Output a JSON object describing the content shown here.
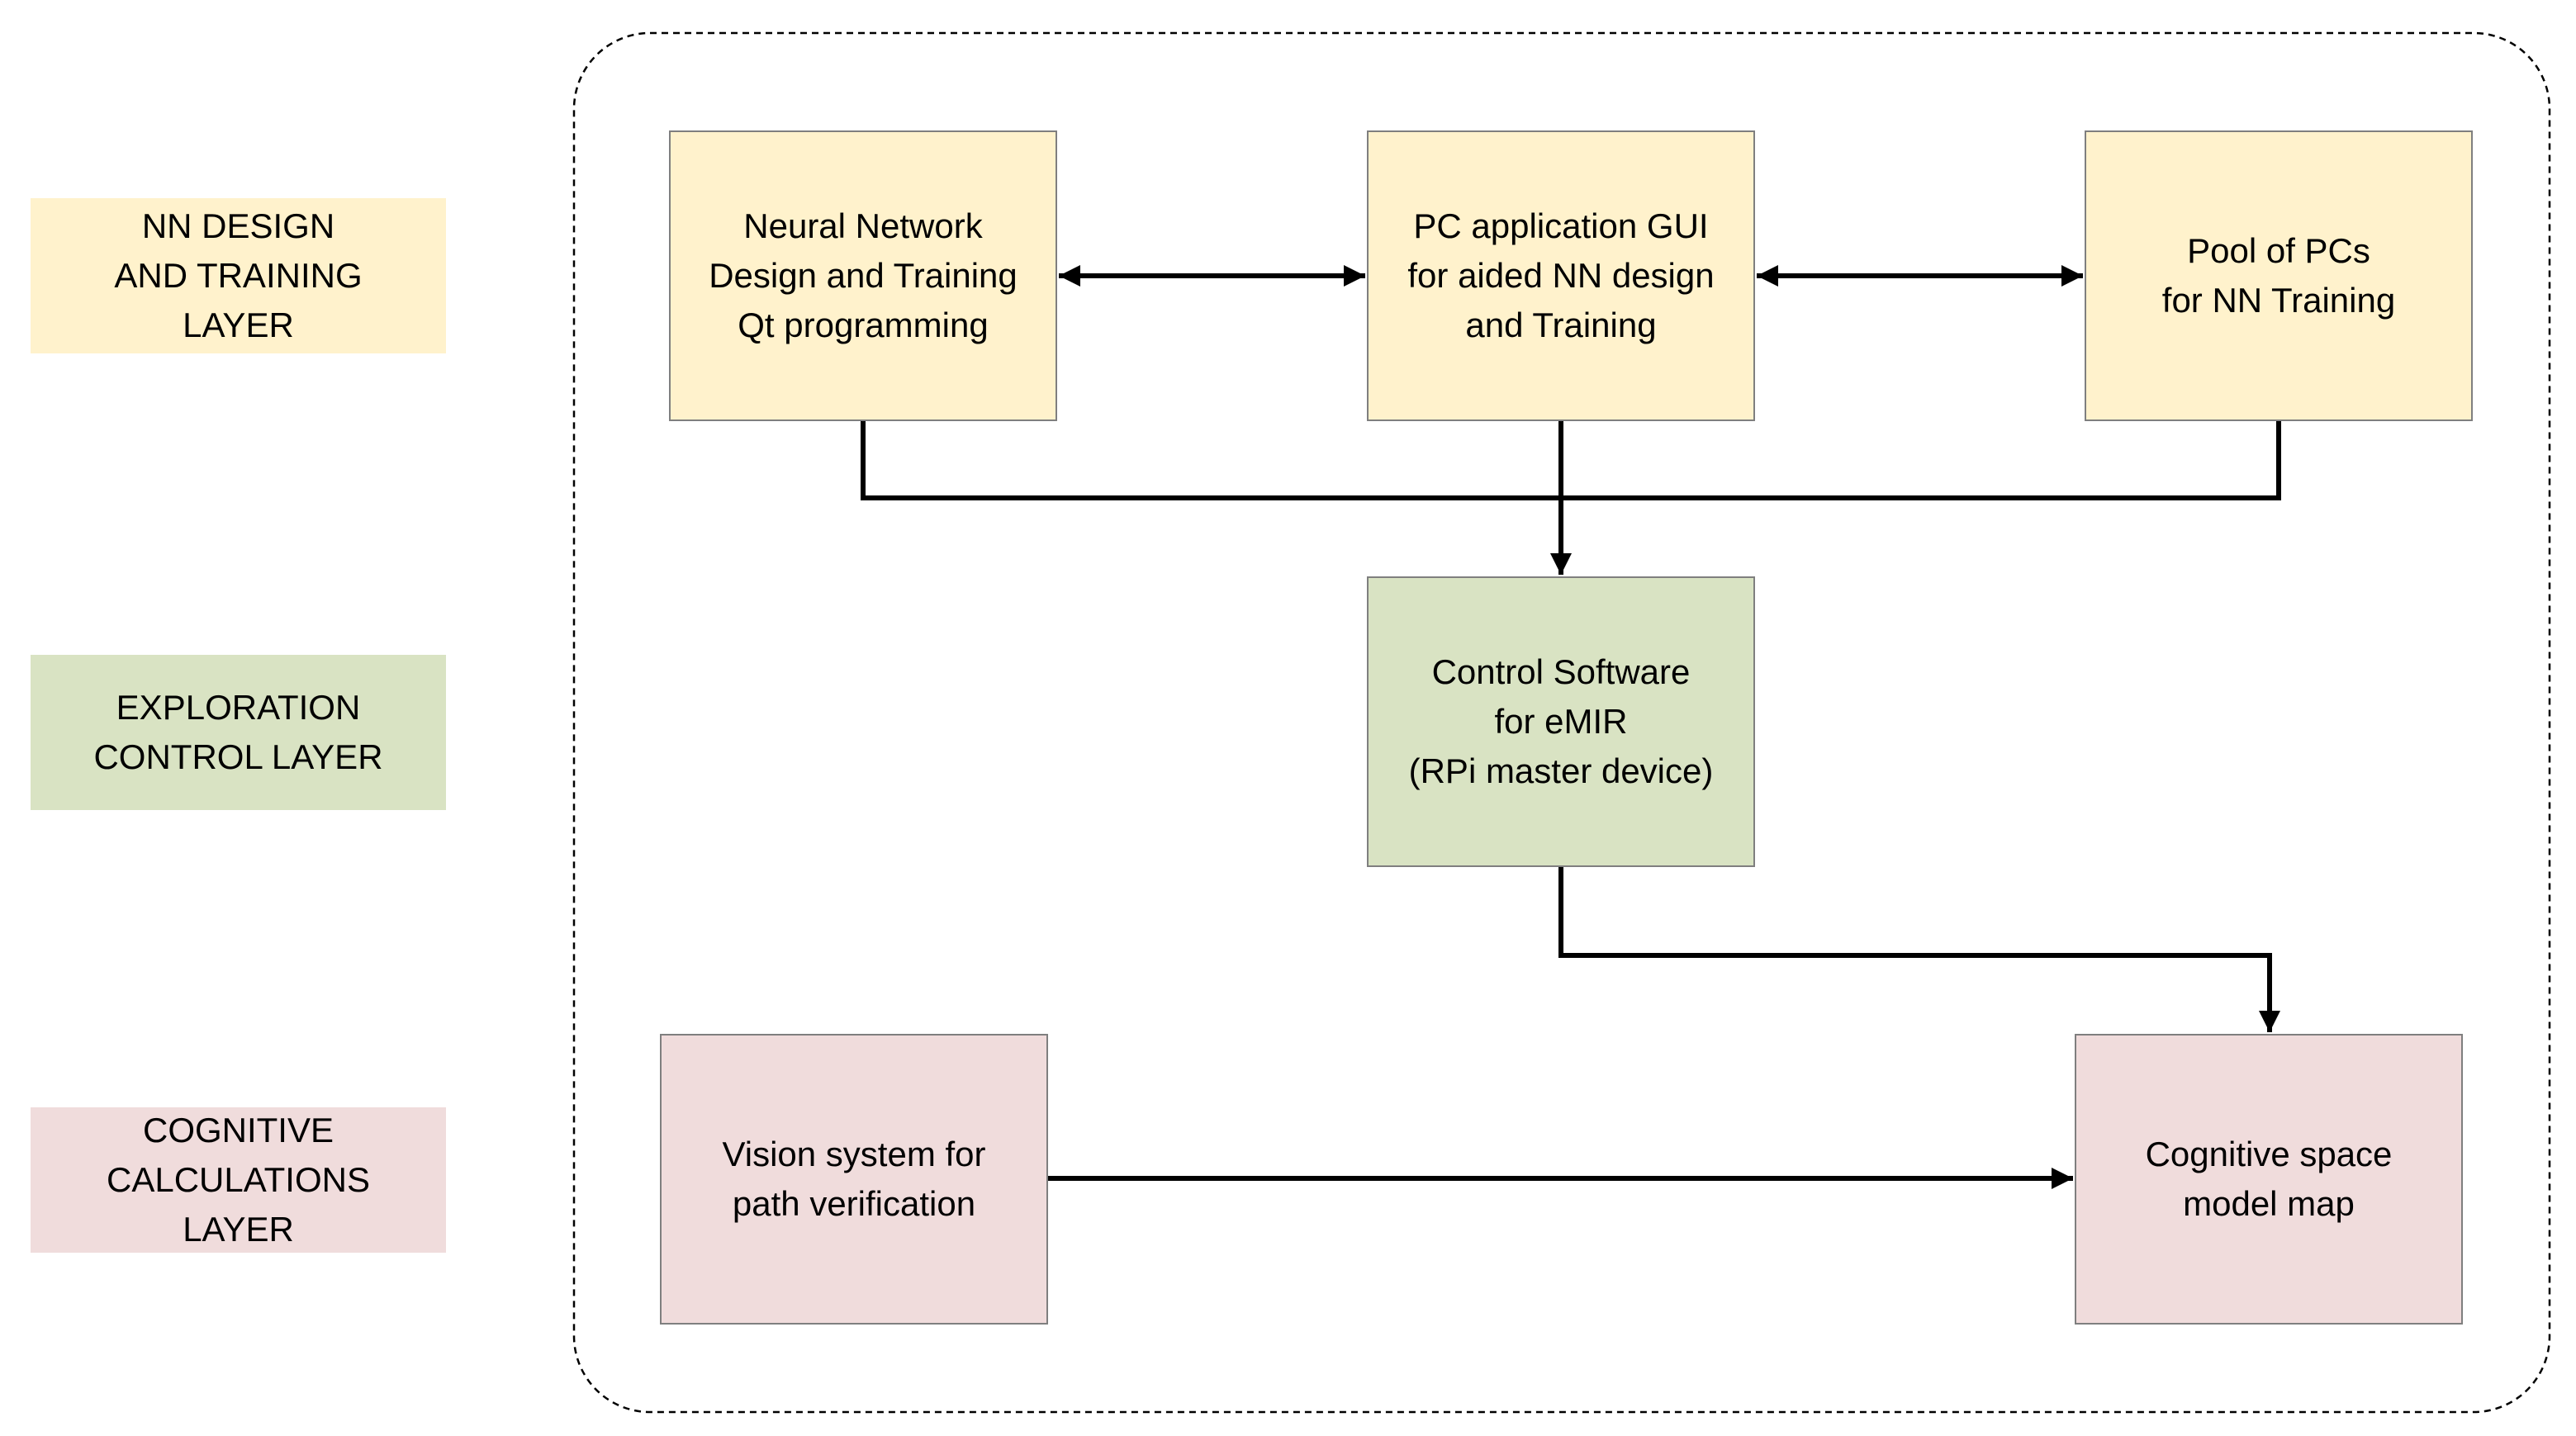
{
  "colors": {
    "nn_layer": "#fff2cc",
    "control_layer": "#d9e3c3",
    "cognitive_layer": "#f0dcdc",
    "border": "#7f7f7f",
    "connector": "#000000",
    "frame": "#000000"
  },
  "layers": {
    "nn_design": "NN DESIGN\nAND TRAINING\nLAYER",
    "exploration": "EXPLORATION\nCONTROL LAYER",
    "cognitive": "COGNITIVE\nCALCULATIONS\nLAYER"
  },
  "boxes": {
    "nn_design_training": "Neural Network\nDesign and Training\nQt programming",
    "pc_app_gui": "PC application GUI\nfor aided NN design\nand Training",
    "pool_of_pcs": "Pool of PCs\nfor NN Training",
    "control_software": "Control Software\nfor eMIR\n(RPi master device)",
    "vision_system": "Vision system for\npath verification",
    "cognitive_map": "Cognitive space\nmodel map"
  },
  "connections": [
    {
      "from": "nn_design_training",
      "to": "pc_app_gui",
      "style": "bidirectional-arrow"
    },
    {
      "from": "pc_app_gui",
      "to": "pool_of_pcs",
      "style": "bidirectional-arrow"
    },
    {
      "from": "nn_design_training",
      "to": "control_software",
      "style": "arrow"
    },
    {
      "from": "pc_app_gui",
      "to": "control_software",
      "style": "arrow"
    },
    {
      "from": "pool_of_pcs",
      "to": "control_software",
      "style": "arrow"
    },
    {
      "from": "control_software",
      "to": "cognitive_map",
      "style": "arrow"
    },
    {
      "from": "vision_system",
      "to": "cognitive_map",
      "style": "arrow"
    }
  ]
}
